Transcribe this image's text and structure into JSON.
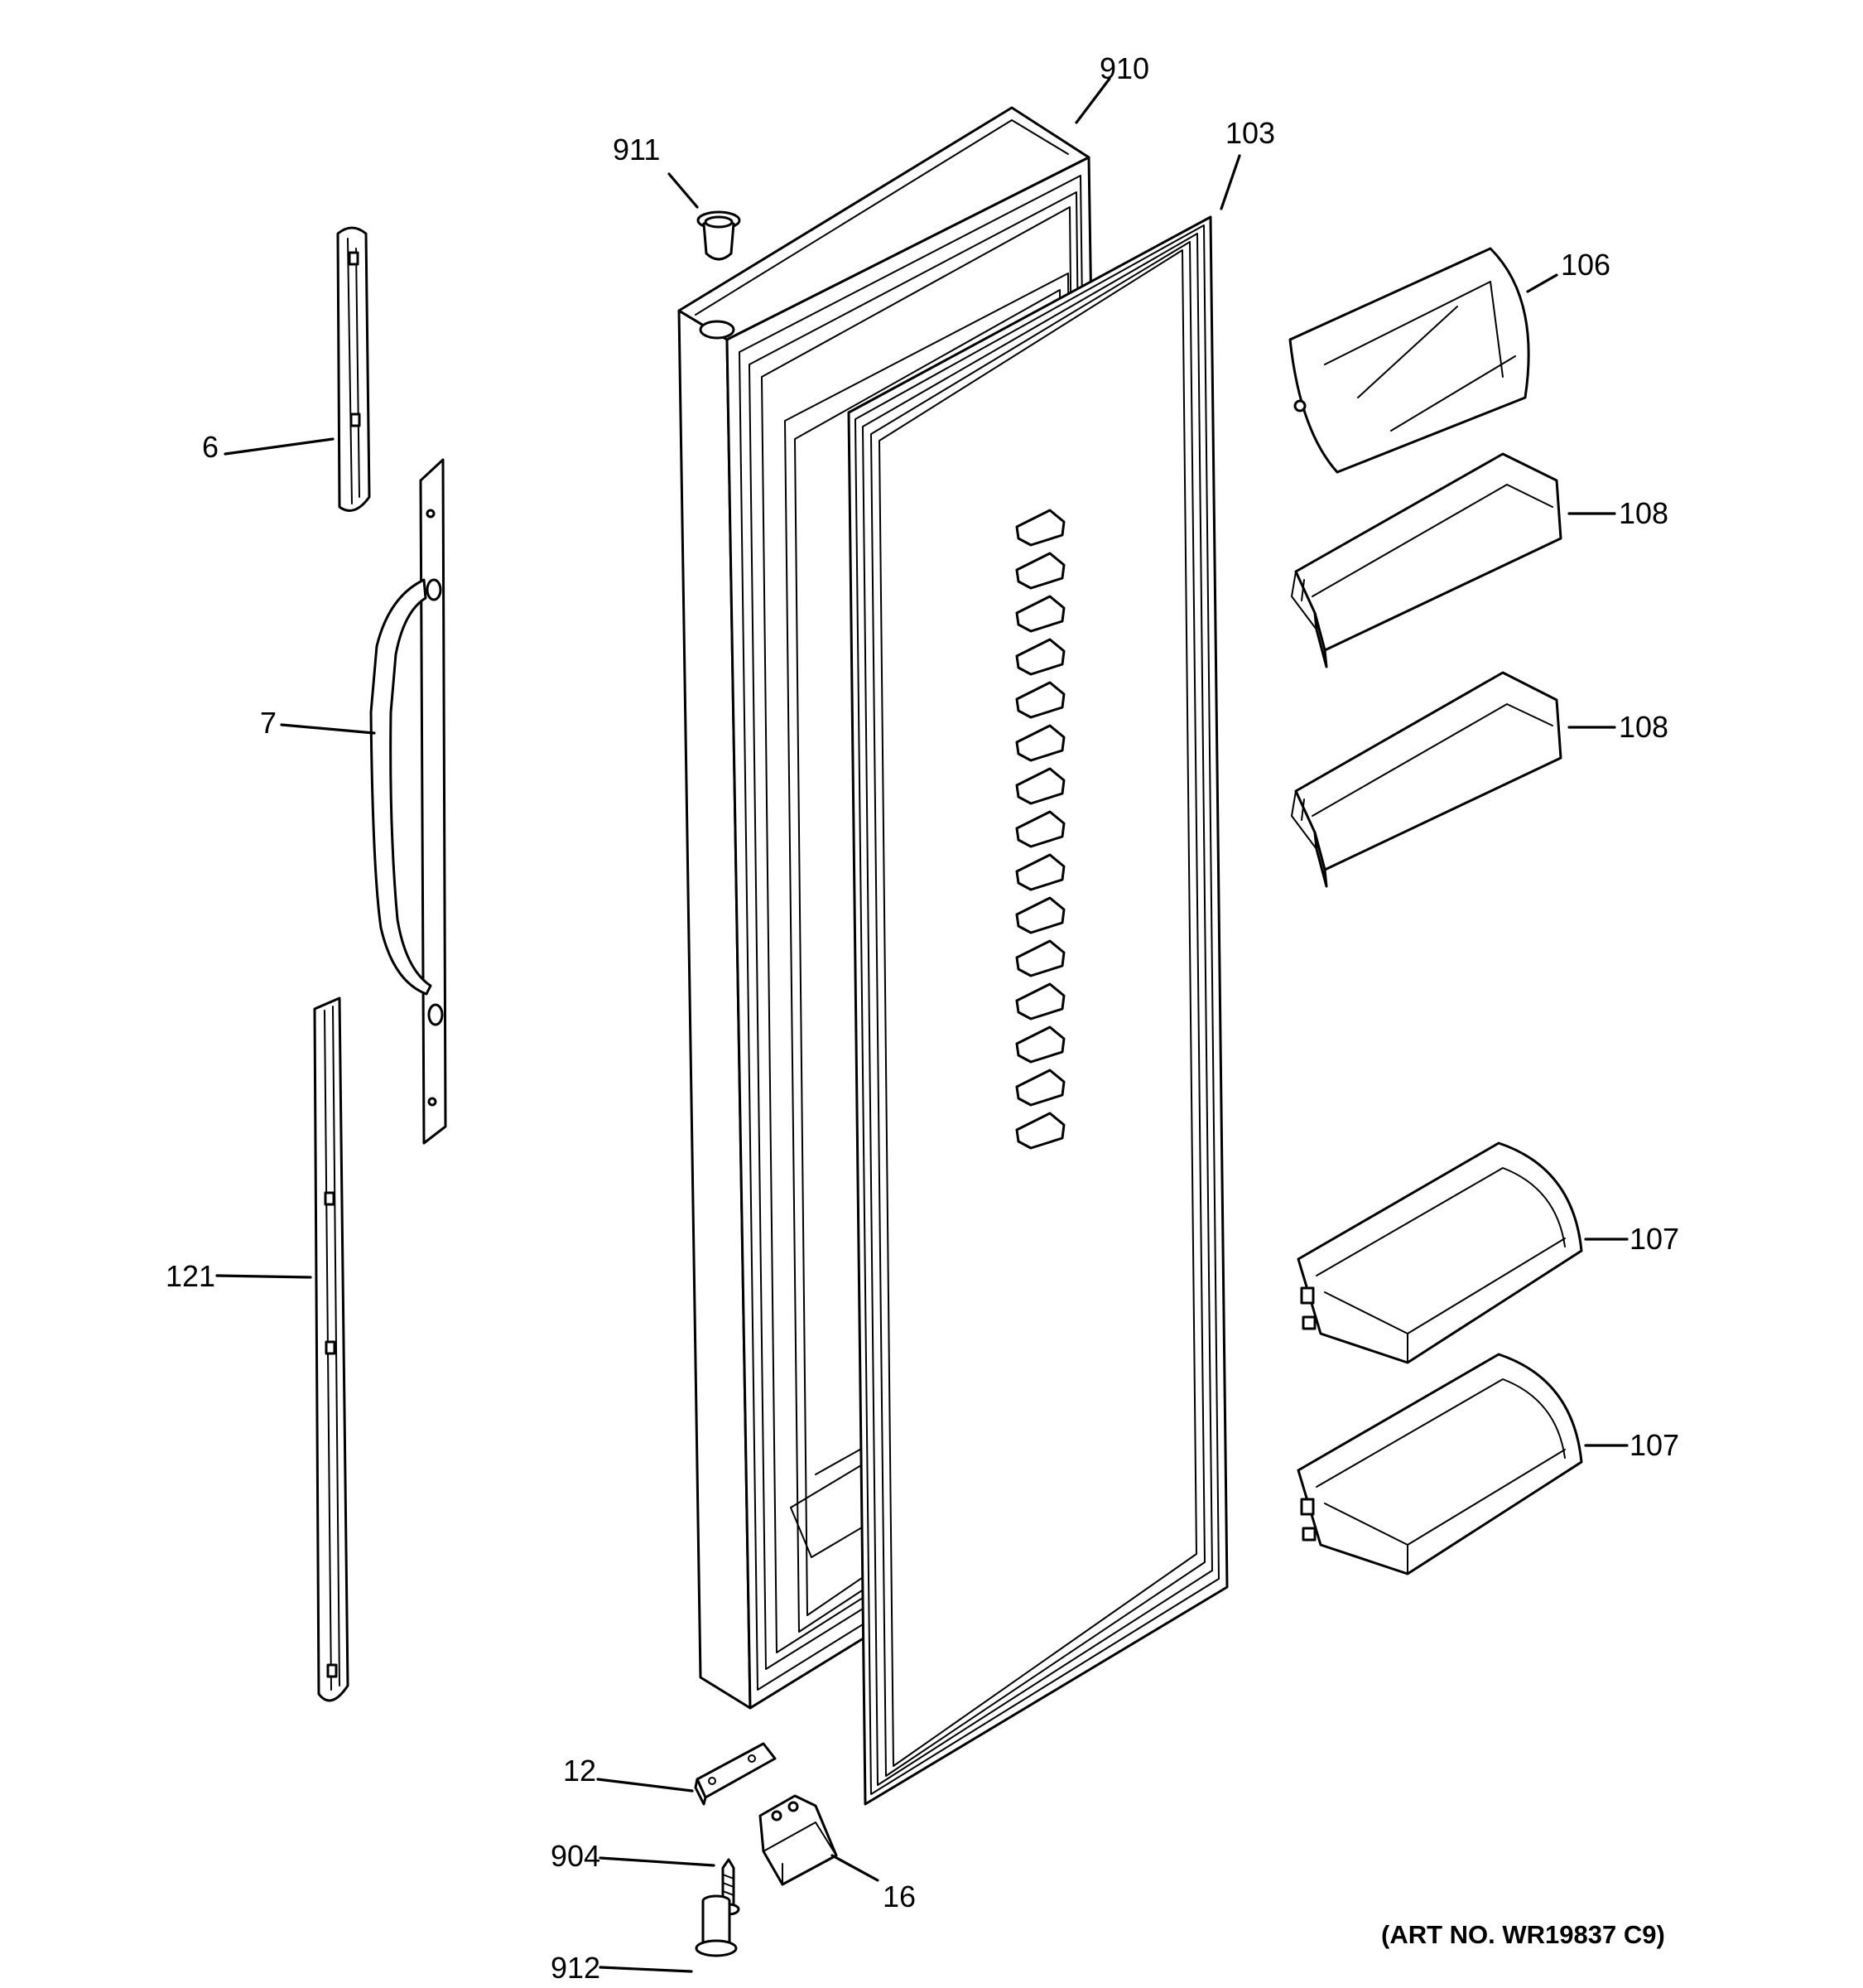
{
  "callouts": {
    "door": "910",
    "cap_top": "911",
    "gasket": "103",
    "dairy_door": "106",
    "bin_upper": "108",
    "bin_lower": "108",
    "cap_trim_short": "6",
    "handle": "7",
    "trim_long": "121",
    "shelf_upper": "107",
    "shelf_lower": "107",
    "hinge_plate": "12",
    "screw": "904",
    "hinge_bracket": "16",
    "cap_bottom": "912"
  },
  "art_number": "(ART NO. WR19837 C9)"
}
